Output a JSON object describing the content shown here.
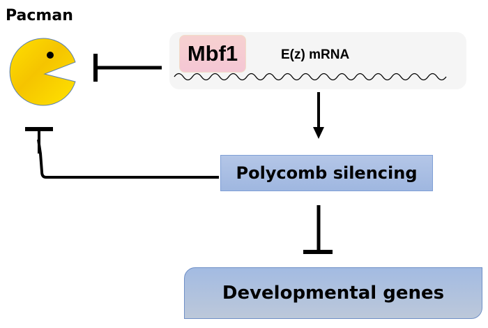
{
  "nodes": {
    "pacman": {
      "label": "Pacman"
    },
    "mbf1": {
      "label": "Mbf1"
    },
    "mrna": {
      "label": "E(z) mRNA"
    },
    "polycomb": {
      "label": "Polycomb silencing"
    },
    "developmental_genes": {
      "label": "Developmental genes"
    }
  },
  "edges": [
    {
      "from": "mrna",
      "to": "pacman",
      "type": "inhibition"
    },
    {
      "from": "mrna",
      "to": "polycomb",
      "type": "activation"
    },
    {
      "from": "polycomb",
      "to": "pacman",
      "type": "inhibition"
    },
    {
      "from": "polycomb",
      "to": "developmental_genes",
      "type": "inhibition"
    }
  ],
  "colors": {
    "pacman_fill": "#f5c400",
    "mbf1_fill": "#f5c6d4",
    "mrna_box_fill": "#f5f5f5",
    "polycomb_fill": "#b4c6e7",
    "developmental_fill": "#a3bbe2",
    "line": "#000000"
  }
}
